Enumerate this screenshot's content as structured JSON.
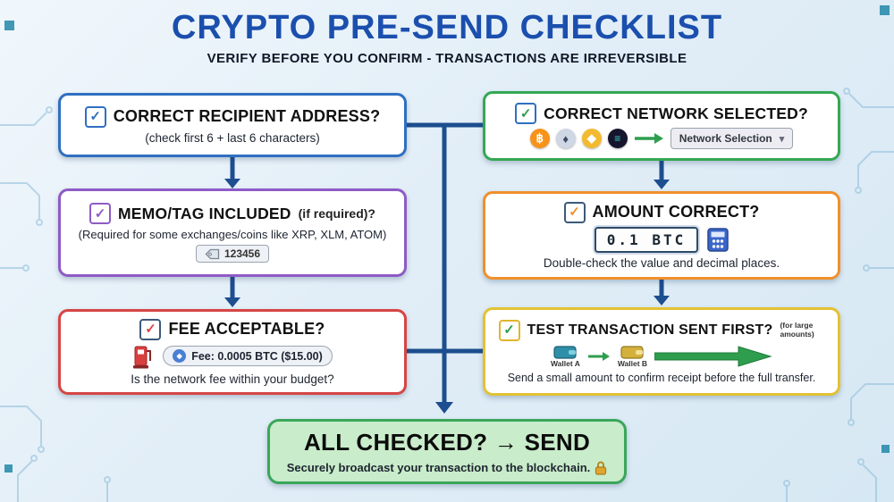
{
  "header": {
    "title": "CRYPTO PRE-SEND CHECKLIST",
    "subtitle": "VERIFY BEFORE YOU CONFIRM - TRANSACTIONS ARE IRREVERSIBLE"
  },
  "icons": {
    "check": "✓",
    "chevron_down": "▾",
    "btc": "฿",
    "eth": "♦",
    "bnb": "◆",
    "sol": "≡",
    "gem": "◆"
  },
  "colors": {
    "title_blue": "#1b4fae",
    "arrow_blue": "#1d4e8f",
    "address_border": "#2f6fc1",
    "network_border": "#34a853",
    "memo_border": "#8e5bc6",
    "amount_border": "#f0902c",
    "fee_border": "#d64545",
    "test_border": "#e3c233",
    "send_border": "#3aa65a",
    "send_bg": "#c9ecca"
  },
  "boxes": {
    "address": {
      "title": "CORRECT RECIPIENT ADDRESS?",
      "subtitle": "(check first 6 + last 6 characters)"
    },
    "network": {
      "title": "CORRECT NETWORK SELECTED?",
      "coins": [
        "BTC",
        "ETH",
        "BNB",
        "SOL"
      ],
      "dropdown_label": "Network Selection"
    },
    "memo": {
      "title": "MEMO/TAG INCLUDED",
      "title_suffix": "(if required)?",
      "subtitle": "(Required for some exchanges/coins like XRP, XLM, ATOM)",
      "tag_value": "123456"
    },
    "amount": {
      "title": "AMOUNT CORRECT?",
      "display_value": "0.1 BTC",
      "subtitle": "Double-check the value and decimal places."
    },
    "fee": {
      "title": "FEE ACCEPTABLE?",
      "badge": "Fee: 0.0005 BTC ($15.00)",
      "subtitle": "Is the network fee within your budget?"
    },
    "test": {
      "title": "TEST TRANSACTION SENT FIRST?",
      "note": "(for large amounts)",
      "wallet_a": "Wallet A",
      "wallet_b": "Wallet B",
      "subtitle": "Send a small amount to confirm receipt before the full transfer."
    },
    "send": {
      "title": "ALL CHECKED? → SEND",
      "subtitle": "Securely broadcast your transaction to the blockchain."
    }
  }
}
